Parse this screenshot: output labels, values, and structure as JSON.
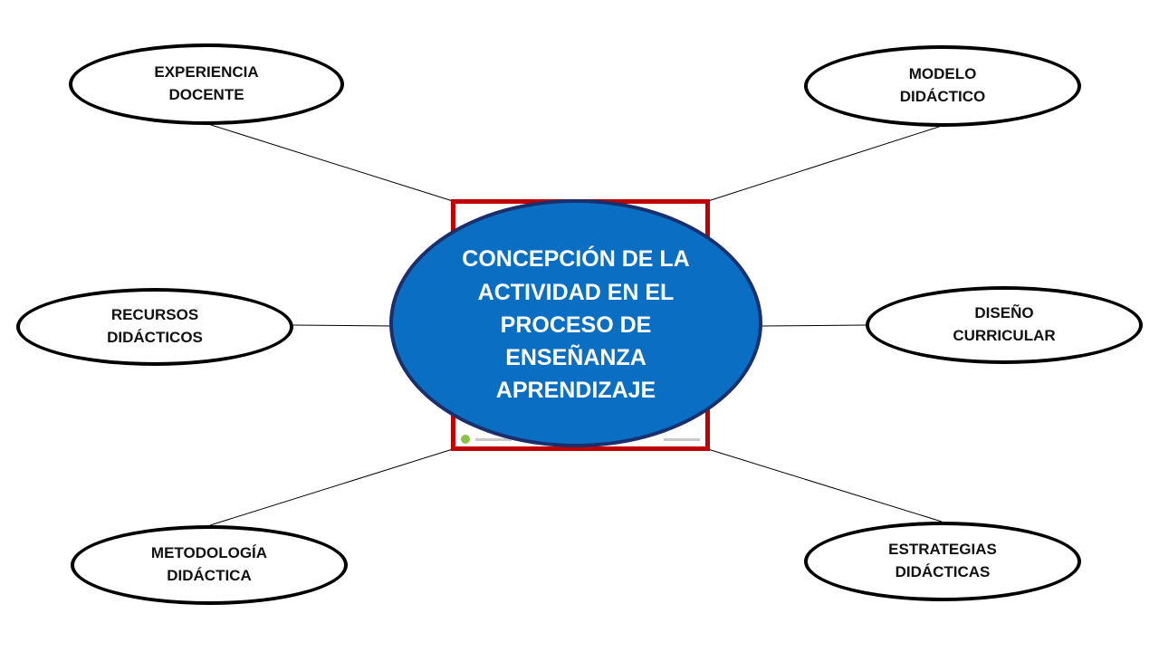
{
  "center": {
    "title": "CONCEPCIÓN DE LA\nACTIVIDAD EN EL\nPROCESO DE\nENSEÑANZA\nAPRENDIZAJE"
  },
  "nodes": {
    "experiencia_docente": "EXPERIENCIA\nDOCENTE",
    "modelo_didactico": "MODELO\nDIDÁCTICO",
    "recursos_didacticos": "RECURSOS\nDIDÁCTICOS",
    "diseno_curricular": "DISEÑO\nCURRICULAR",
    "metodologia_didactica": "METODOLOGÍA\nDIDÁCTICA",
    "estrategias_didacticas": "ESTRATEGIAS\nDIDÁCTICAS"
  },
  "colors": {
    "center_fill": "#0a6fc2",
    "center_border": "#1a2f6e",
    "frame_border": "#c00000",
    "node_border": "#000000"
  }
}
